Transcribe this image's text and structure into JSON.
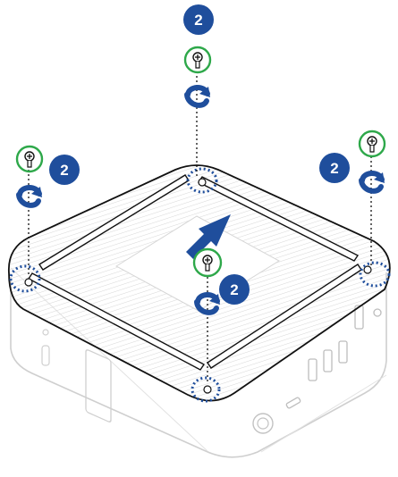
{
  "diagram": {
    "step_badges": [
      {
        "id": "top",
        "label": "2"
      },
      {
        "id": "left",
        "label": "2"
      },
      {
        "id": "right",
        "label": "2"
      },
      {
        "id": "center",
        "label": "2"
      }
    ],
    "colors": {
      "badge": "#1f4e9c",
      "arrow": "#1f4e9c",
      "screw_ring": "#2ea84a",
      "outline": "#1a1a1a",
      "faint_outline": "#c8c8c8",
      "dotted_highlight": "#1f4e9c"
    },
    "icons": [
      "screw-icon",
      "rotate-counterclockwise-icon",
      "lift-arrow-icon"
    ]
  }
}
